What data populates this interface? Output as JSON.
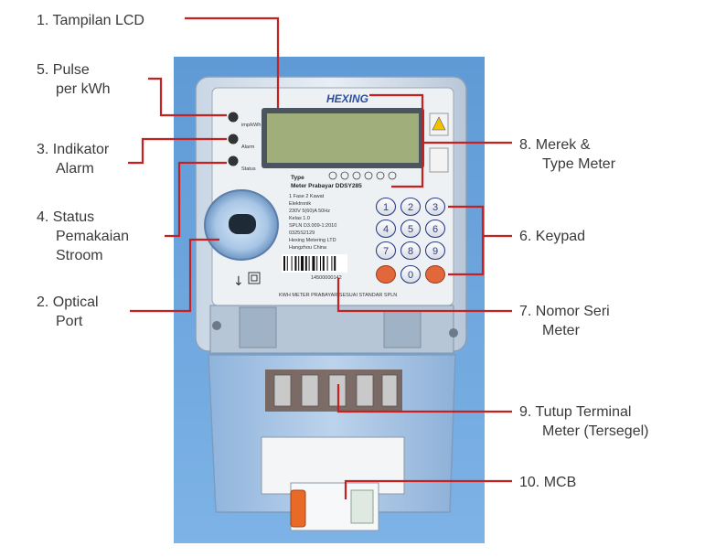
{
  "callouts": [
    {
      "id": "tampilan-lcd",
      "num": "1.",
      "lines": [
        "Tampilan LCD"
      ]
    },
    {
      "id": "pulse",
      "num": "5.",
      "lines": [
        "Pulse",
        "per kWh"
      ]
    },
    {
      "id": "indikator-alarm",
      "num": "3.",
      "lines": [
        "Indikator",
        "Alarm"
      ]
    },
    {
      "id": "status-pemakaian",
      "num": "4.",
      "lines": [
        "Status",
        "Pemakaian",
        "Stroom"
      ]
    },
    {
      "id": "optical-port",
      "num": "2.",
      "lines": [
        "Optical",
        "Port"
      ]
    },
    {
      "id": "merek-type",
      "num": "8.",
      "lines": [
        "Merek &",
        "Type Meter"
      ]
    },
    {
      "id": "keypad",
      "num": "6.",
      "lines": [
        "Keypad"
      ]
    },
    {
      "id": "nomor-seri",
      "num": "7.",
      "lines": [
        "Nomor Seri",
        "Meter"
      ]
    },
    {
      "id": "tutup-terminal",
      "num": "9.",
      "lines": [
        "Tutup Terminal",
        "Meter (Tersegel)"
      ]
    },
    {
      "id": "mcb",
      "num": "10.",
      "lines": [
        "MCB"
      ]
    }
  ],
  "meter": {
    "brand": "HEXING",
    "type_label": "Type",
    "type_value": "Meter Prabayar DDSY285",
    "spec_lines": [
      "1 Fase 2 Kawat",
      "Elektronik",
      "230V 5(60)A 50Hz",
      "Kelas 1.0",
      "SPLN D3.009-1:2010",
      "0325S2129",
      "Hexing Metering LTD",
      "Hangzhou China"
    ],
    "led_labels": [
      "imp/kWh",
      "Alarm",
      "Status"
    ],
    "keys": [
      "1",
      "2",
      "3",
      "4",
      "5",
      "6",
      "7",
      "8",
      "9",
      "0"
    ],
    "serial": "14500000142",
    "footer": "KWH METER PRABAYAR SESUAI STANDAR SPLN"
  },
  "colors": {
    "leader": "#c62020",
    "label_text": "#3a3a3a",
    "panel_blue": "#6fa6dc",
    "lcd": "#9fae7b",
    "key_orange": "#e2673b"
  }
}
